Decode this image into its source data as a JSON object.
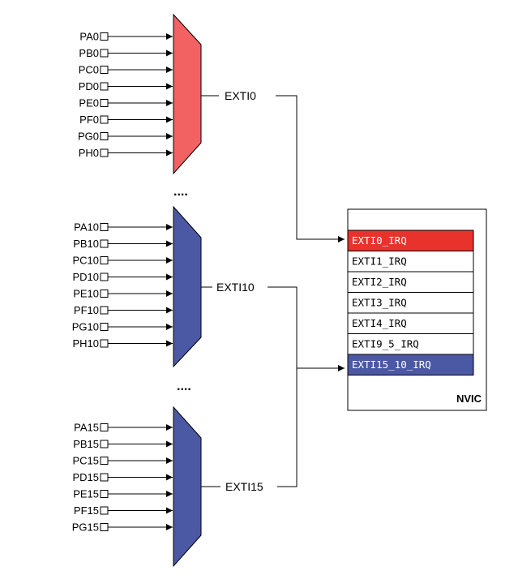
{
  "colors": {
    "mux_exti0": "#f26262",
    "mux_other": "#4b59a4",
    "irq_highlight_red": "#e8332c",
    "irq_highlight_blue": "#4b59a4"
  },
  "groups": [
    {
      "pins": [
        "PA0",
        "PB0",
        "PC0",
        "PD0",
        "PE0",
        "PF0",
        "PG0",
        "PH0"
      ],
      "output": "EXTI0"
    },
    {
      "pins": [
        "PA10",
        "PB10",
        "PC10",
        "PD10",
        "PE10",
        "PF10",
        "PG10",
        "PH10"
      ],
      "output": "EXTI10"
    },
    {
      "pins": [
        "PA15",
        "PB15",
        "PC15",
        "PD15",
        "PE15",
        "PF15",
        "PG15"
      ],
      "output": "EXTI15"
    }
  ],
  "ellipsis": [
    "....",
    "...."
  ],
  "nvic": {
    "title": "NVIC",
    "irqs": [
      "EXTI0_IRQ",
      "EXTI1_IRQ",
      "EXTI2_IRQ",
      "EXTI3_IRQ",
      "EXTI4_IRQ",
      "EXTI9_5_IRQ",
      "EXTI15_10_IRQ"
    ]
  }
}
